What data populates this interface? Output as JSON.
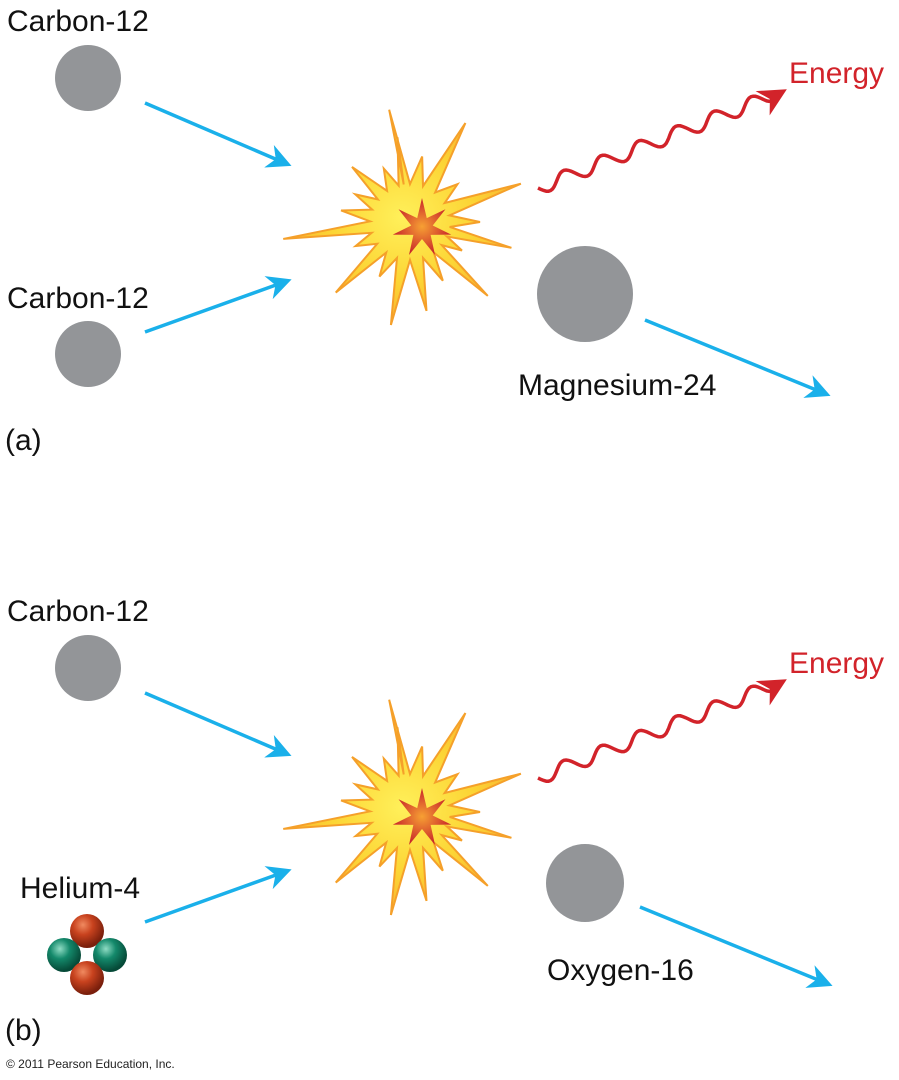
{
  "panels": [
    {
      "tag": "(a)",
      "reactant1": "Carbon-12",
      "reactant2": "Carbon-12",
      "product": "Magnesium-24",
      "energy": "Energy"
    },
    {
      "tag": "(b)",
      "reactant1": "Carbon-12",
      "reactant2": "Helium-4",
      "product": "Oxygen-16",
      "energy": "Energy"
    }
  ],
  "copyright": "© 2011 Pearson Education, Inc.",
  "colors": {
    "nucleus": "#939598",
    "arrow": "#1ab0ea",
    "energy": "#d2232a",
    "proton": "#c1401e",
    "neutron": "#138a6c",
    "burst_outer": "#fcd535",
    "burst_edge": "#f5a02a",
    "burst_core": "#d9442a"
  }
}
